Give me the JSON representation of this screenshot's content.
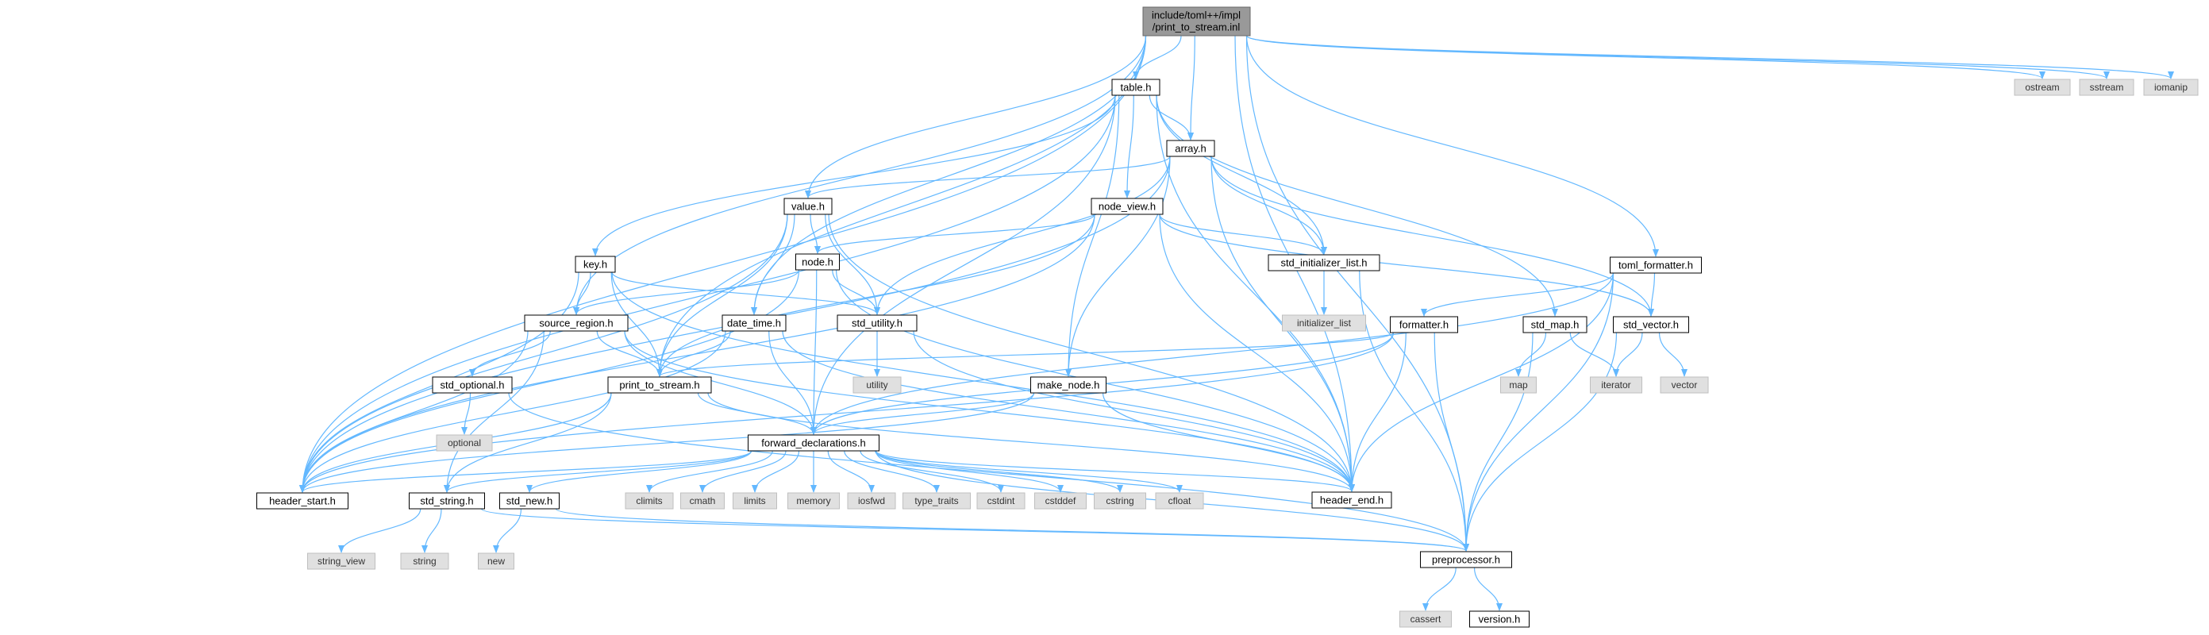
{
  "graph": {
    "root_label_line1": "include/toml++/impl",
    "root_label_line2": "/print_to_stream.inl",
    "nodes": [
      {
        "id": "table",
        "label": "table.h",
        "kind": "internal"
      },
      {
        "id": "array",
        "label": "array.h",
        "kind": "internal"
      },
      {
        "id": "value",
        "label": "value.h",
        "kind": "internal"
      },
      {
        "id": "node_view",
        "label": "node_view.h",
        "kind": "internal"
      },
      {
        "id": "key",
        "label": "key.h",
        "kind": "internal"
      },
      {
        "id": "node",
        "label": "node.h",
        "kind": "internal"
      },
      {
        "id": "std_init",
        "label": "std_initializer_list.h",
        "kind": "internal"
      },
      {
        "id": "toml_fmt",
        "label": "toml_formatter.h",
        "kind": "internal"
      },
      {
        "id": "source_region",
        "label": "source_region.h",
        "kind": "internal"
      },
      {
        "id": "date_time",
        "label": "date_time.h",
        "kind": "internal"
      },
      {
        "id": "std_utility",
        "label": "std_utility.h",
        "kind": "internal"
      },
      {
        "id": "formatter",
        "label": "formatter.h",
        "kind": "internal"
      },
      {
        "id": "std_map",
        "label": "std_map.h",
        "kind": "internal"
      },
      {
        "id": "std_vector",
        "label": "std_vector.h",
        "kind": "internal"
      },
      {
        "id": "std_optional",
        "label": "std_optional.h",
        "kind": "internal"
      },
      {
        "id": "print_to_stream",
        "label": "print_to_stream.h",
        "kind": "internal"
      },
      {
        "id": "make_node",
        "label": "make_node.h",
        "kind": "internal"
      },
      {
        "id": "fwd",
        "label": "forward_declarations.h",
        "kind": "internal"
      },
      {
        "id": "header_start",
        "label": "header_start.h",
        "kind": "internal"
      },
      {
        "id": "std_string",
        "label": "std_string.h",
        "kind": "internal"
      },
      {
        "id": "std_new",
        "label": "std_new.h",
        "kind": "internal"
      },
      {
        "id": "header_end",
        "label": "header_end.h",
        "kind": "internal"
      },
      {
        "id": "preprocessor",
        "label": "preprocessor.h",
        "kind": "internal"
      },
      {
        "id": "version",
        "label": "version.h",
        "kind": "internal"
      },
      {
        "id": "ostream",
        "label": "ostream",
        "kind": "external"
      },
      {
        "id": "sstream",
        "label": "sstream",
        "kind": "external"
      },
      {
        "id": "iomanip",
        "label": "iomanip",
        "kind": "external"
      },
      {
        "id": "initializer_list",
        "label": "initializer_list",
        "kind": "external"
      },
      {
        "id": "utility",
        "label": "utility",
        "kind": "external"
      },
      {
        "id": "map",
        "label": "map",
        "kind": "external"
      },
      {
        "id": "iterator",
        "label": "iterator",
        "kind": "external"
      },
      {
        "id": "vector",
        "label": "vector",
        "kind": "external"
      },
      {
        "id": "optional",
        "label": "optional",
        "kind": "external"
      },
      {
        "id": "climits",
        "label": "climits",
        "kind": "external"
      },
      {
        "id": "cmath",
        "label": "cmath",
        "kind": "external"
      },
      {
        "id": "limits",
        "label": "limits",
        "kind": "external"
      },
      {
        "id": "memory",
        "label": "memory",
        "kind": "external"
      },
      {
        "id": "iosfwd",
        "label": "iosfwd",
        "kind": "external"
      },
      {
        "id": "type_traits",
        "label": "type_traits",
        "kind": "external"
      },
      {
        "id": "cstdint",
        "label": "cstdint",
        "kind": "external"
      },
      {
        "id": "cstddef",
        "label": "cstddef",
        "kind": "external"
      },
      {
        "id": "cstring",
        "label": "cstring",
        "kind": "external"
      },
      {
        "id": "cfloat",
        "label": "cfloat",
        "kind": "external"
      },
      {
        "id": "string_view",
        "label": "string_view",
        "kind": "external"
      },
      {
        "id": "string",
        "label": "string",
        "kind": "external"
      },
      {
        "id": "new",
        "label": "new",
        "kind": "external"
      },
      {
        "id": "cassert",
        "label": "cassert",
        "kind": "external"
      }
    ],
    "edges": [
      [
        "root",
        "table"
      ],
      [
        "root",
        "array"
      ],
      [
        "root",
        "value"
      ],
      [
        "root",
        "toml_fmt"
      ],
      [
        "root",
        "source_region"
      ],
      [
        "root",
        "date_time"
      ],
      [
        "root",
        "print_to_stream"
      ],
      [
        "root",
        "header_start"
      ],
      [
        "root",
        "header_end"
      ],
      [
        "root",
        "preprocessor"
      ],
      [
        "root",
        "ostream"
      ],
      [
        "root",
        "sstream"
      ],
      [
        "root",
        "iomanip"
      ],
      [
        "table",
        "array"
      ],
      [
        "table",
        "node_view"
      ],
      [
        "table",
        "key"
      ],
      [
        "table",
        "std_init"
      ],
      [
        "table",
        "std_map"
      ],
      [
        "table",
        "make_node"
      ],
      [
        "table",
        "fwd"
      ],
      [
        "table",
        "header_start"
      ],
      [
        "table",
        "header_end"
      ],
      [
        "array",
        "value"
      ],
      [
        "array",
        "std_init"
      ],
      [
        "array",
        "std_utility"
      ],
      [
        "array",
        "std_vector"
      ],
      [
        "array",
        "make_node"
      ],
      [
        "array",
        "header_start"
      ],
      [
        "array",
        "header_end"
      ],
      [
        "value",
        "node"
      ],
      [
        "value",
        "date_time"
      ],
      [
        "value",
        "std_utility"
      ],
      [
        "value",
        "print_to_stream"
      ],
      [
        "value",
        "header_start"
      ],
      [
        "value",
        "header_end"
      ],
      [
        "node_view",
        "node"
      ],
      [
        "node_view",
        "std_init"
      ],
      [
        "node_view",
        "std_vector"
      ],
      [
        "node_view",
        "print_to_stream"
      ],
      [
        "node_view",
        "header_start"
      ],
      [
        "node_view",
        "header_end"
      ],
      [
        "key",
        "source_region"
      ],
      [
        "key",
        "std_utility"
      ],
      [
        "key",
        "print_to_stream"
      ],
      [
        "key",
        "header_start"
      ],
      [
        "key",
        "header_end"
      ],
      [
        "node",
        "source_region"
      ],
      [
        "node",
        "std_utility"
      ],
      [
        "node",
        "fwd"
      ],
      [
        "node",
        "header_start"
      ],
      [
        "node",
        "header_end"
      ],
      [
        "std_init",
        "initializer_list"
      ],
      [
        "std_init",
        "preprocessor"
      ],
      [
        "toml_fmt",
        "formatter"
      ],
      [
        "toml_fmt",
        "std_vector"
      ],
      [
        "toml_fmt",
        "fwd"
      ],
      [
        "toml_fmt",
        "header_end"
      ],
      [
        "toml_fmt",
        "preprocessor"
      ],
      [
        "source_region",
        "std_optional"
      ],
      [
        "source_region",
        "std_string"
      ],
      [
        "source_region",
        "print_to_stream"
      ],
      [
        "source_region",
        "fwd"
      ],
      [
        "source_region",
        "header_start"
      ],
      [
        "source_region",
        "header_end"
      ],
      [
        "date_time",
        "print_to_stream"
      ],
      [
        "date_time",
        "fwd"
      ],
      [
        "date_time",
        "header_start"
      ],
      [
        "date_time",
        "header_end"
      ],
      [
        "std_utility",
        "utility"
      ],
      [
        "std_utility",
        "header_end"
      ],
      [
        "formatter",
        "print_to_stream"
      ],
      [
        "formatter",
        "fwd"
      ],
      [
        "formatter",
        "header_start"
      ],
      [
        "formatter",
        "header_end"
      ],
      [
        "formatter",
        "preprocessor"
      ],
      [
        "std_map",
        "map"
      ],
      [
        "std_map",
        "iterator"
      ],
      [
        "std_map",
        "preprocessor"
      ],
      [
        "std_vector",
        "vector"
      ],
      [
        "std_vector",
        "iterator"
      ],
      [
        "std_vector",
        "preprocessor"
      ],
      [
        "std_optional",
        "optional"
      ],
      [
        "std_optional",
        "preprocessor"
      ],
      [
        "print_to_stream",
        "std_string"
      ],
      [
        "print_to_stream",
        "fwd"
      ],
      [
        "print_to_stream",
        "header_start"
      ],
      [
        "print_to_stream",
        "header_end"
      ],
      [
        "make_node",
        "fwd"
      ],
      [
        "make_node",
        "header_start"
      ],
      [
        "make_node",
        "header_end"
      ],
      [
        "fwd",
        "header_start"
      ],
      [
        "fwd",
        "std_string"
      ],
      [
        "fwd",
        "std_new"
      ],
      [
        "fwd",
        "header_end"
      ],
      [
        "fwd",
        "preprocessor"
      ],
      [
        "fwd",
        "climits"
      ],
      [
        "fwd",
        "cmath"
      ],
      [
        "fwd",
        "limits"
      ],
      [
        "fwd",
        "memory"
      ],
      [
        "fwd",
        "iosfwd"
      ],
      [
        "fwd",
        "type_traits"
      ],
      [
        "fwd",
        "cstdint"
      ],
      [
        "fwd",
        "cstddef"
      ],
      [
        "fwd",
        "cstring"
      ],
      [
        "fwd",
        "cfloat"
      ],
      [
        "std_string",
        "string_view"
      ],
      [
        "std_string",
        "string"
      ],
      [
        "std_string",
        "preprocessor"
      ],
      [
        "std_new",
        "new"
      ],
      [
        "std_new",
        "preprocessor"
      ],
      [
        "preprocessor",
        "cassert"
      ],
      [
        "preprocessor",
        "version"
      ]
    ]
  }
}
